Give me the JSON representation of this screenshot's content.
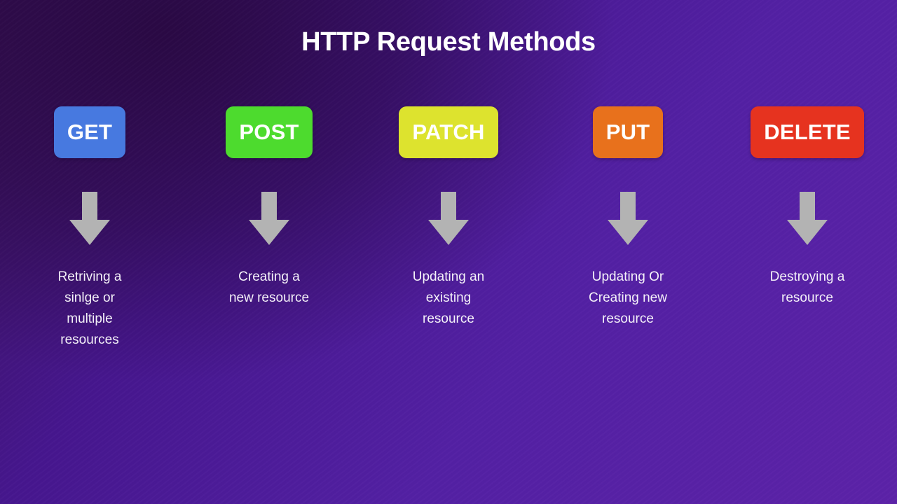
{
  "slide": {
    "title": "HTTP Request Methods",
    "background": {
      "gradient_from": "#3a1259",
      "gradient_to": "#5c22a8",
      "corner_top_left": "#34104f",
      "corner_top_right": "#551a9e",
      "corner_bottom_right": "#5a1fa2"
    },
    "title_color": "#ffffff",
    "caption_color": "#f4f1f8",
    "arrow_color": "#b3b3b3"
  },
  "methods": [
    {
      "name": "GET",
      "label": "GET",
      "color": "#4779e0",
      "text_color": "#ffffff",
      "arrow_icon": "arrow-down-icon",
      "description": "Retriving a\nsinlge or\nmultiple\nresources"
    },
    {
      "name": "POST",
      "label": "POST",
      "color": "#4ddb2e",
      "text_color": "#ffffff",
      "arrow_icon": "arrow-down-icon",
      "description": "Creating a\nnew resource"
    },
    {
      "name": "PATCH",
      "label": "PATCH",
      "color": "#dde32e",
      "text_color": "#ffffff",
      "arrow_icon": "arrow-down-icon",
      "description": "Updating an\nexisting\nresource"
    },
    {
      "name": "PUT",
      "label": "PUT",
      "color": "#e8711c",
      "text_color": "#ffffff",
      "arrow_icon": "arrow-down-icon",
      "description": "Updating Or\nCreating new\nresource"
    },
    {
      "name": "DELETE",
      "label": "DELETE",
      "color": "#e6331f",
      "text_color": "#ffffff",
      "arrow_icon": "arrow-down-icon",
      "description": "Destroying a\nresource"
    }
  ]
}
